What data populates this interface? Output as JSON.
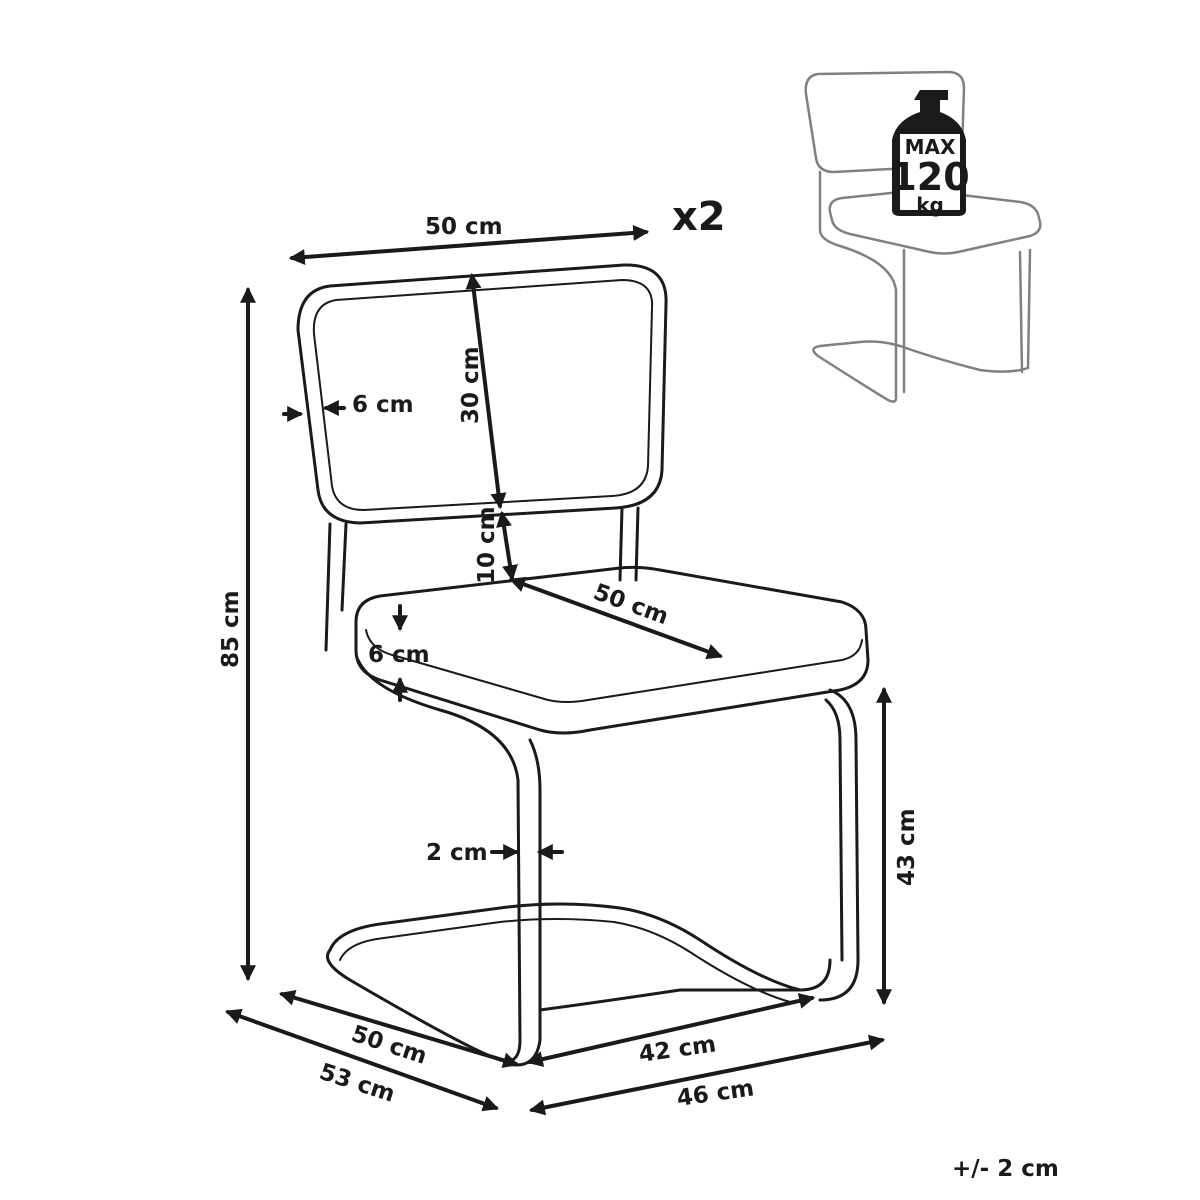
{
  "quantity_label": "x2",
  "tolerance_label": "+/- 2 cm",
  "dimensions": {
    "backrest_width": "50 cm",
    "backrest_height": "30 cm",
    "backrest_thickness": "6 cm",
    "backrest_gap": "10 cm",
    "seat_depth_top": "50 cm",
    "seat_thickness": "6 cm",
    "overall_height": "85 cm",
    "frame_tube": "2 cm",
    "seat_height": "43 cm",
    "base_depth": "50 cm",
    "overall_depth": "53 cm",
    "base_width": "42 cm",
    "overall_width": "46 cm"
  },
  "max_load": {
    "line1": "MAX",
    "line2": "120",
    "line3": "kg"
  }
}
